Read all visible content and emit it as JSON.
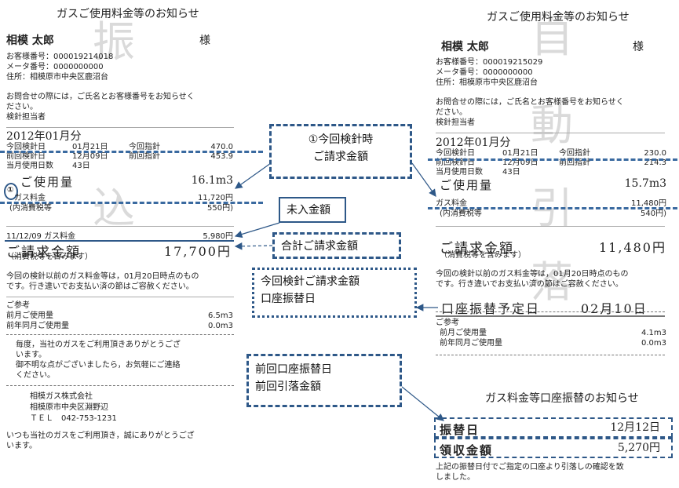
{
  "left": {
    "title": "ガスご使用料金等のお知らせ",
    "customer_name": "相模 太郎",
    "honorific": "様",
    "customer_no": "お客様番号：000019214018",
    "meter_no": "メータ番号：0000000000",
    "address": "住所：相模原市中央区鹿沼台",
    "inquiry": [
      "お問合せの際には，ご氏名とお客様番号をお知らせく",
      "ださい。",
      "検針担当者"
    ],
    "period": "2012年01月分",
    "reading_rows": [
      {
        "l1": "今回検針日",
        "v1": "01月21日",
        "l2": "今回指針",
        "v2": "470.0"
      },
      {
        "l1": "前回検針日",
        "v1": "12月09日",
        "l2": "前回指針",
        "v2": "453.9"
      }
    ],
    "days_label": "当月使用日数",
    "days_value": "43日",
    "usage_label": "ご使用量",
    "usage_value": "16.1m3",
    "circle_mark": "①",
    "gas_fee_label": "ガス料金",
    "gas_fee_value": "11,720円",
    "tax_label": "(内消費税等",
    "tax_value": "550円)",
    "arrears_label": "11/12/09 ガス料金",
    "arrears_value": "5,980円",
    "billing_label": "ご請求金額",
    "billing_value": "17,700円",
    "billing_note": "（消費税等を含みます）",
    "notice": [
      "今回の検針以前のガス料金等は，01月20日時点のもの",
      "です。行き違いでお支払い済の節はご容赦ください。"
    ],
    "ref_title": "ご参考",
    "ref_rows": [
      {
        "label": "前月ご使用量",
        "value": "6.5m3"
      },
      {
        "label": "前年同月ご使用量",
        "value": "0.0m3"
      }
    ],
    "thanks": [
      "毎度，当社のガスをご利用頂きありがとうござ",
      "います。",
      "御不明な点がございましたら，お気軽にご連絡",
      "ください。"
    ],
    "company": [
      "相模ガス株式会社",
      "相模原市中央区淵野辺",
      "ＴＥＬ　042-753-1231"
    ],
    "closing": [
      "いつも当社のガスをご利用頂き，誠にありがとうござ",
      "います。"
    ],
    "watermark": [
      "振",
      "込"
    ]
  },
  "right": {
    "title": "ガスご使用料金等のお知らせ",
    "customer_name": "相模 太郎",
    "honorific": "様",
    "customer_no": "お客様番号：000019215029",
    "meter_no": "メータ番号：0000000000",
    "address": "住所：相模原市中央区鹿沼台",
    "inquiry": [
      "お問合せの際には，ご氏名とお客様番号をお知らせく",
      "ださい。",
      "検針担当者"
    ],
    "period": "2012年01月分",
    "reading_rows": [
      {
        "l1": "今回検針日",
        "v1": "01月21日",
        "l2": "今回指針",
        "v2": "230.0"
      },
      {
        "l1": "前回検針日",
        "v1": "12月09日",
        "l2": "前回指針",
        "v2": "214.3"
      }
    ],
    "days_label": "当月使用日数",
    "days_value": "43日",
    "usage_label": "ご使用量",
    "usage_value": "15.7m3",
    "gas_fee_label": "ガス料金",
    "gas_fee_value": "11,480円",
    "tax_label": "(内消費税等",
    "tax_value": "540円)",
    "billing_label": "ご請求金額",
    "billing_value": "11,480円",
    "billing_note": "（消費税等を含みます）",
    "notice": [
      "今回の検針以前のガス料金等は，01月20日時点のもの",
      "です。行き違いでお支払い済の節はご容赦ください。"
    ],
    "transfer_label": "口座振替予定日",
    "transfer_value": "02月10日",
    "ref_title": "ご参考",
    "ref_rows": [
      {
        "label": "前月ご使用量",
        "value": "4.1m3"
      },
      {
        "label": "前年同月ご使用量",
        "value": "0.0m3"
      }
    ],
    "watermark": [
      "自",
      "動",
      "引",
      "落"
    ],
    "transfer_notice_title": "ガス料金等口座振替のお知らせ",
    "transfer_date_label": "振替日",
    "transfer_date_value": "12月12日",
    "received_label": "領収金額",
    "received_value": "5,270円",
    "transfer_footer": [
      "上記の振替日付でご指定の口座より引落しの確認を致",
      "しました。"
    ]
  },
  "callouts": {
    "c1": [
      "①今回検針時",
      "ご請求金額"
    ],
    "c2": "未入金額",
    "c3": "合計ご請求金額",
    "c4": [
      "今回検針ご請求金額",
      "口座振替日"
    ],
    "c5": [
      "前回口座振替日",
      "前回引落金額"
    ]
  },
  "colors": {
    "accent": "#2e5888",
    "dashed_line": "#3a6aa0",
    "watermark": "#bdbdbd"
  }
}
